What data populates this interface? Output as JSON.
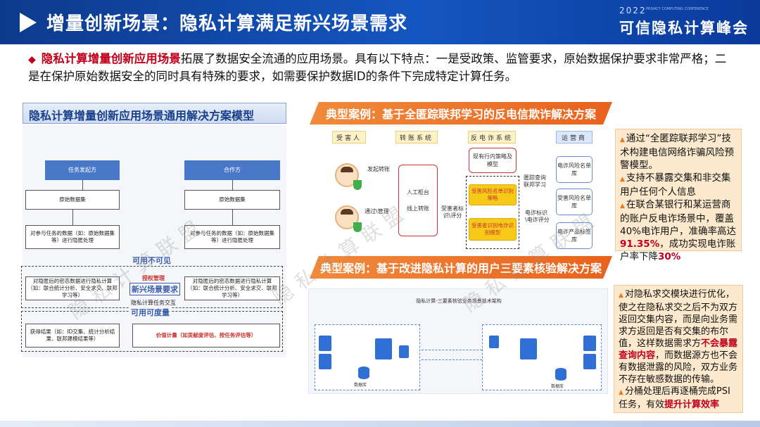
{
  "header": {
    "title": "增量创新场景：隐私计算满足新兴场景需求",
    "logo_year": "2022",
    "logo_sub": "PRIVACY COMPUTING CONFERENCE",
    "logo_name": "可信隐私计算峰会"
  },
  "intro": {
    "highlight": "隐私计算增量创新应用场景",
    "text": "拓展了数据安全流通的应用场景。具有以下特点：一是受政策、监管要求，原始数据保护要求非常严格；二是在保护原始数据安全的同时具有特殊的要求，如需要保护数据ID的条件下完成特定计算任务。"
  },
  "left_panel": {
    "title": "隐私计算增量创新应用场景通用解决方案模型",
    "initiator": "任务发起方",
    "partner": "合作方",
    "raw_left": "原始数据集",
    "raw_right": "原始数据集",
    "hide_left": "对参与任务的数据（如：原始数据集等）进行隐匿处理",
    "hide_right": "对参与任务的数据（如：原始数据集等）进行隐匿处理",
    "invisible": "可用不可见",
    "authorize": "授权管理",
    "new_req": "新兴场景要求",
    "compute_left": "对隐匿后的密态数据进行隐私计算（如：联合统计分析、安全求交、联邦学习等）",
    "compute_right": "对隐匿后的密态数据进行隐私计算（如：联合统计分析、安全求交、联邦学习等）",
    "interact": "隐私计算任务交互",
    "measurable": "可用可度量",
    "result": "获得结果（如：ID交集、统计分析结果、联邦建模结果等）",
    "value": "价值计量（如贡献度评估、按任务评估等）"
  },
  "case1": {
    "banner": "典型案例：基于全匿踪联邦学习的反电信欺诈解决方案",
    "lane_victim": "受害人",
    "lane_transfer": "转账系统",
    "lane_anti": "反电诈系统",
    "lane_operator": "运营商",
    "send_transfer": "发起转账",
    "pass_control": "通过\\管理",
    "counter": "人工柜台",
    "online": "线上转账",
    "victim_tag": "受害者标识\\评分",
    "existing": "现有行内策略及模型",
    "victim_list": "受害风险名单识别策略",
    "victim_model": "受害者识别电诈识别模型",
    "hidden_query": "匿踪查询联邦学习",
    "fraud_tag": "电诈标识\\电诈评分",
    "risk_list1": "电诈风险名单库",
    "risk_list2": "受害风险名单库",
    "product_tag": "电诈产品标签库",
    "notes": [
      "通过“全匿踪联邦学习”技术构建电信网络诈骗风险预警模型。",
      "支持不暴露交集和非交集用户任何个人信息",
      "在联合某银行和某运营商的账户反电诈场景中，覆盖40%电诈用户，准确率高达",
      "91.35%",
      "，成功实现电诈账户率下降",
      "30%"
    ]
  },
  "case2": {
    "banner": "典型案例：基于改进隐私计算的用户三要素核验解决方案",
    "diagram_title": "隐私计算-三要素核验业务场景技术架构",
    "db_left": "数据库",
    "db_right": "数据库",
    "notes": [
      "对隐私求交模块进行优化，使之在隐私求交之后不为双方返回交集内容，而是向业务需求方返回是否有交集的布尔值，这样数据需求方",
      "不会暴露查询内容",
      "，而数据源方也不会有数据泄露的风险，双方业务不存在敏感数据的传输。",
      "分桶处理后再逐桶完成PSI任务，有效",
      "提升计算效率"
    ]
  },
  "watermark": "隐私计算联盟"
}
